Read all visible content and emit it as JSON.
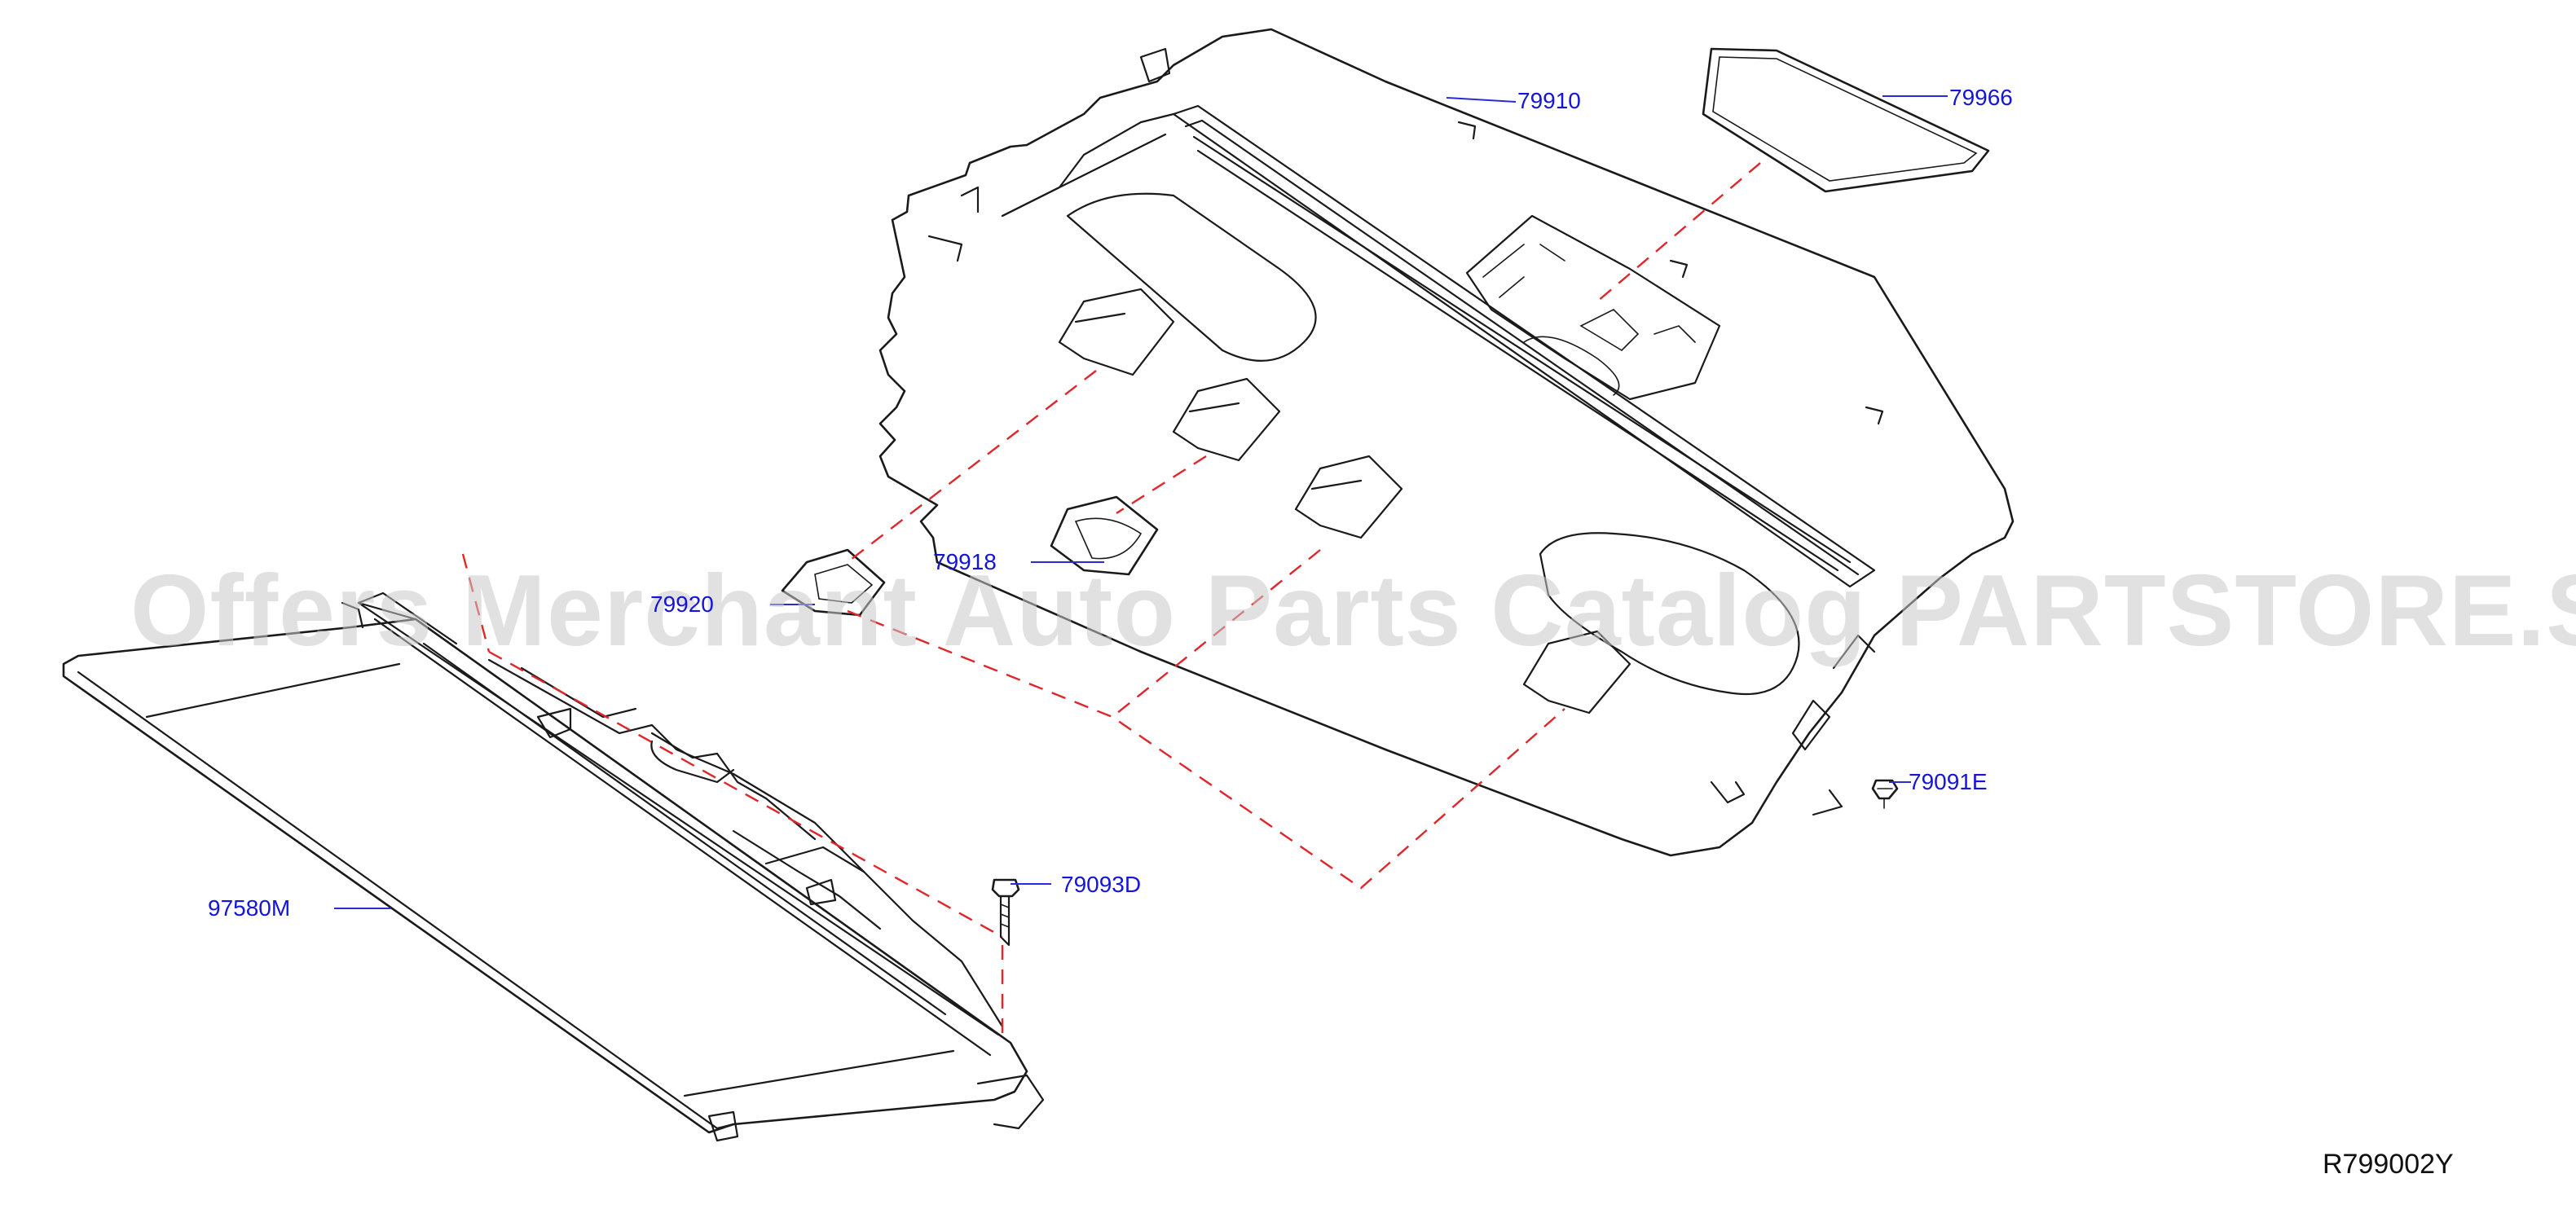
{
  "diagram": {
    "parts": [
      {
        "id": "p79910",
        "label": "79910"
      },
      {
        "id": "p79966",
        "label": "79966"
      },
      {
        "id": "p79918",
        "label": "79918"
      },
      {
        "id": "p79920",
        "label": "79920"
      },
      {
        "id": "p79091E",
        "label": "79091E"
      },
      {
        "id": "p79093D",
        "label": "79093D"
      },
      {
        "id": "p97580M",
        "label": "97580M"
      }
    ],
    "diagram_code": "R799002Y",
    "watermark": "Offers Merchant Auto Parts Catalog PARTSTORE.SA",
    "colors": {
      "label": "#1515d8",
      "leader": "#2b2bd6",
      "dashed_guide": "#e0262a",
      "line_art": "#1a1a1a"
    }
  }
}
